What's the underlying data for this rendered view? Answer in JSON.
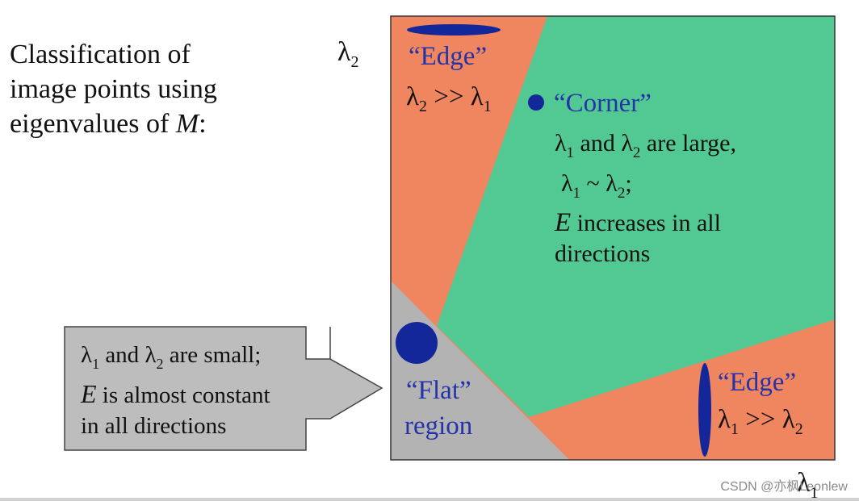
{
  "title": {
    "line1": "Classification of",
    "line2": "image points using",
    "line3_prefix": "eigenvalues of ",
    "line3_var": "M",
    "line3_suffix": ":"
  },
  "axes": {
    "y_label": "λ",
    "y_sub": "2",
    "x_label": "λ",
    "x_sub": "1"
  },
  "regions": {
    "edge_top": {
      "title": "“Edge”",
      "cond_a": "λ",
      "cond_a_sub": "2",
      "op": " >> ",
      "cond_b": "λ",
      "cond_b_sub": "1"
    },
    "corner": {
      "title": "“Corner”",
      "l1_a": "λ",
      "l1_a_sub": "1",
      "l1_mid": " and ",
      "l1_b": "λ",
      "l1_b_sub": "2",
      "l1_end": " are large,",
      "l2_a": "λ",
      "l2_a_sub": "1",
      "l2_mid": " ~ ",
      "l2_b": "λ",
      "l2_b_sub": "2",
      "l2_end": ";",
      "l3_var": "E",
      "l3_text": " increases in all",
      "l4_text": "directions"
    },
    "edge_right": {
      "title": "“Edge”",
      "cond_a": "λ",
      "cond_a_sub": "1",
      "op": " >> ",
      "cond_b": "λ",
      "cond_b_sub": "2"
    },
    "flat": {
      "line1": "“Flat”",
      "line2": "region"
    }
  },
  "callout": {
    "l1_a": "λ",
    "l1_a_sub": "1",
    "l1_mid": " and ",
    "l1_b": "λ",
    "l1_b_sub": "2",
    "l1_end": " are small;",
    "l2_var": "E",
    "l2_text": " is almost constant",
    "l3_text": "in all directions"
  },
  "watermark": "CSDN @亦枫Leonlew",
  "colors": {
    "edge": "#EF865F",
    "corner": "#52C993",
    "flat": "#B3B3B3",
    "callout_fill": "#BDBDBD",
    "blue_text": "#2633A8",
    "marker": "#13279A"
  }
}
